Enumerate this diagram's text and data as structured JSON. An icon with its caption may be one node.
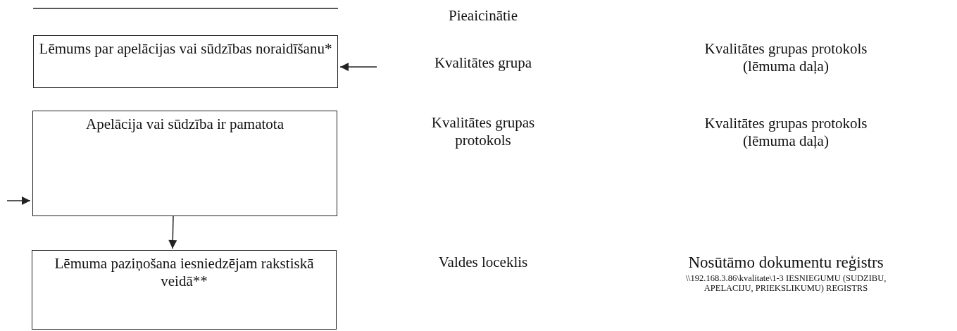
{
  "diagram": {
    "nodes": [
      {
        "text": [
          "Lēmums par apelācijas vai sūdzības noraidīšanu*"
        ]
      },
      {
        "text": [
          "Apelācija vai sūdzība ir pamatota"
        ]
      },
      {
        "text": [
          "Lēmuma paziņošana iesniedzējam rakstiskā veidā**"
        ]
      }
    ],
    "edges": [
      {
        "from": null,
        "to": 0,
        "arrow": "to"
      },
      {
        "from": null,
        "to": 1,
        "arrow": "to"
      },
      {
        "from": 1,
        "to": 2,
        "arrow": "to"
      }
    ],
    "labels": [
      "Pieaicinātie",
      "Kvalitātes grupa",
      "Kvalitātes grupas protokols (lēmuma daļa)",
      "Kvalitātes grupas protokols",
      "Kvalitātes grupas protokols (lēmuma daļa)",
      "Valdes loceklis",
      "Nosūtāmo dokumentu reģistrs",
      "\\\\192.168.3.86\\kvalitate\\1-3 IESNIEGUMU (SUDZIBU, APELACIJU, PRIEKSLIKUMU) REGISTRS"
    ]
  }
}
